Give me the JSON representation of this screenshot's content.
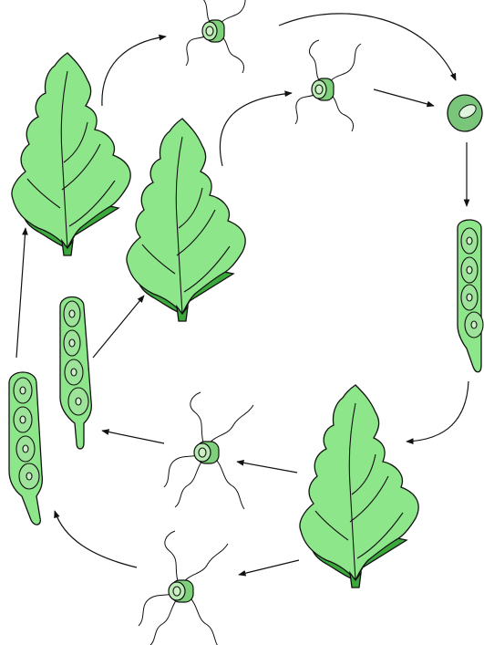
{
  "diagram": {
    "description_key": "ulva-life-cycle",
    "colors": {
      "thallus_light": "#8ee68a",
      "thallus_dark": "#3aa83a",
      "cell_light": "#b9ecb2",
      "cell_mid": "#7fd07a",
      "zygote": "#79c57a",
      "outline": "#111111",
      "arrow": "#111111",
      "background": "#ffffff"
    },
    "stages": [
      {
        "name": "gametophyte-plus",
        "kind": "thallus"
      },
      {
        "name": "gametophyte-minus",
        "kind": "thallus"
      },
      {
        "name": "sporophyte",
        "kind": "thallus"
      },
      {
        "name": "gamete-plus",
        "kind": "gamete"
      },
      {
        "name": "gamete-minus",
        "kind": "gamete"
      },
      {
        "name": "zygote",
        "kind": "zygote"
      },
      {
        "name": "sporangium-right",
        "kind": "sporangium"
      },
      {
        "name": "zoospore-upper",
        "kind": "zoospore"
      },
      {
        "name": "zoospore-lower",
        "kind": "zoospore"
      },
      {
        "name": "sporangium-middle",
        "kind": "sporangium"
      },
      {
        "name": "sporangium-left",
        "kind": "sporangium"
      }
    ]
  }
}
